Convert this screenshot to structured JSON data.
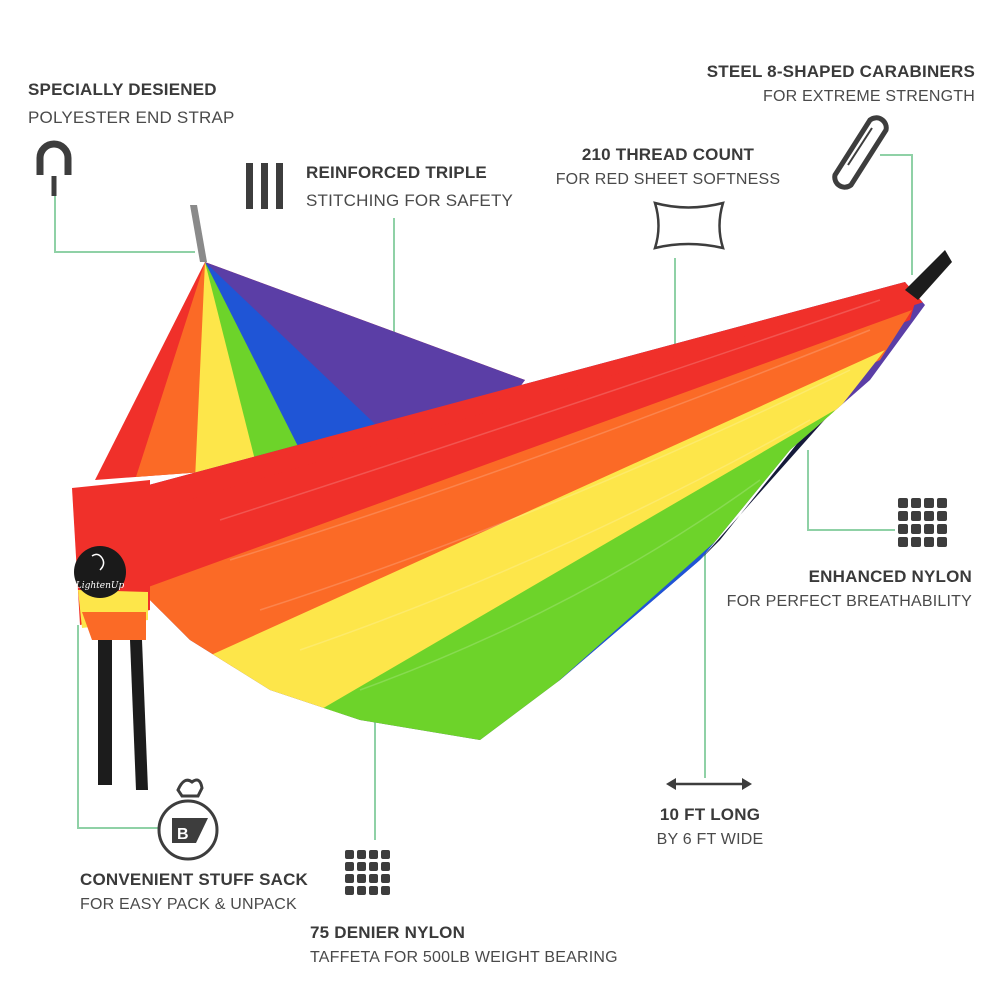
{
  "colors": {
    "leader": "#8fd1a6",
    "icon": "#3d3d3d",
    "red": "#f0302a",
    "orange": "#fb6a26",
    "yellow": "#fde64a",
    "green": "#6dd32a",
    "blue": "#1f55d6",
    "purple": "#5b3ea6",
    "strap": "#1c1c1c"
  },
  "badge": {
    "text": "LightenUp"
  },
  "features": [
    {
      "heading": "SPECIALLY DESIENED",
      "sub": "POLYESTER END STRAP",
      "icon": "strap-hook-icon"
    },
    {
      "heading": "REINFORCED TRIPLE",
      "sub": "STITCHING FOR SAFETY",
      "icon": "triple-stitch-icon"
    },
    {
      "heading": "210 THREAD COUNT",
      "sub": "FOR RED SHEET SOFTNESS",
      "icon": "sheet-icon"
    },
    {
      "heading": "STEEL 8-SHAPED CARABINERS",
      "sub": "FOR EXTREME STRENGTH",
      "icon": "carabiner-icon"
    },
    {
      "heading": "ENHANCED NYLON",
      "sub": "FOR PERFECT BREATHABILITY",
      "icon": "nylon-grid-icon"
    },
    {
      "heading": "10 FT LONG",
      "sub": "BY 6 FT WIDE",
      "icon": "double-arrow-icon"
    },
    {
      "heading": "CONVENIENT STUFF SACK",
      "sub": "FOR EASY PACK & UNPACK",
      "icon": "stuff-sack-icon"
    },
    {
      "heading": "75 DENIER NYLON",
      "sub": "TAFFETA FOR 500LB WEIGHT BEARING",
      "icon": "weave-icon"
    }
  ]
}
